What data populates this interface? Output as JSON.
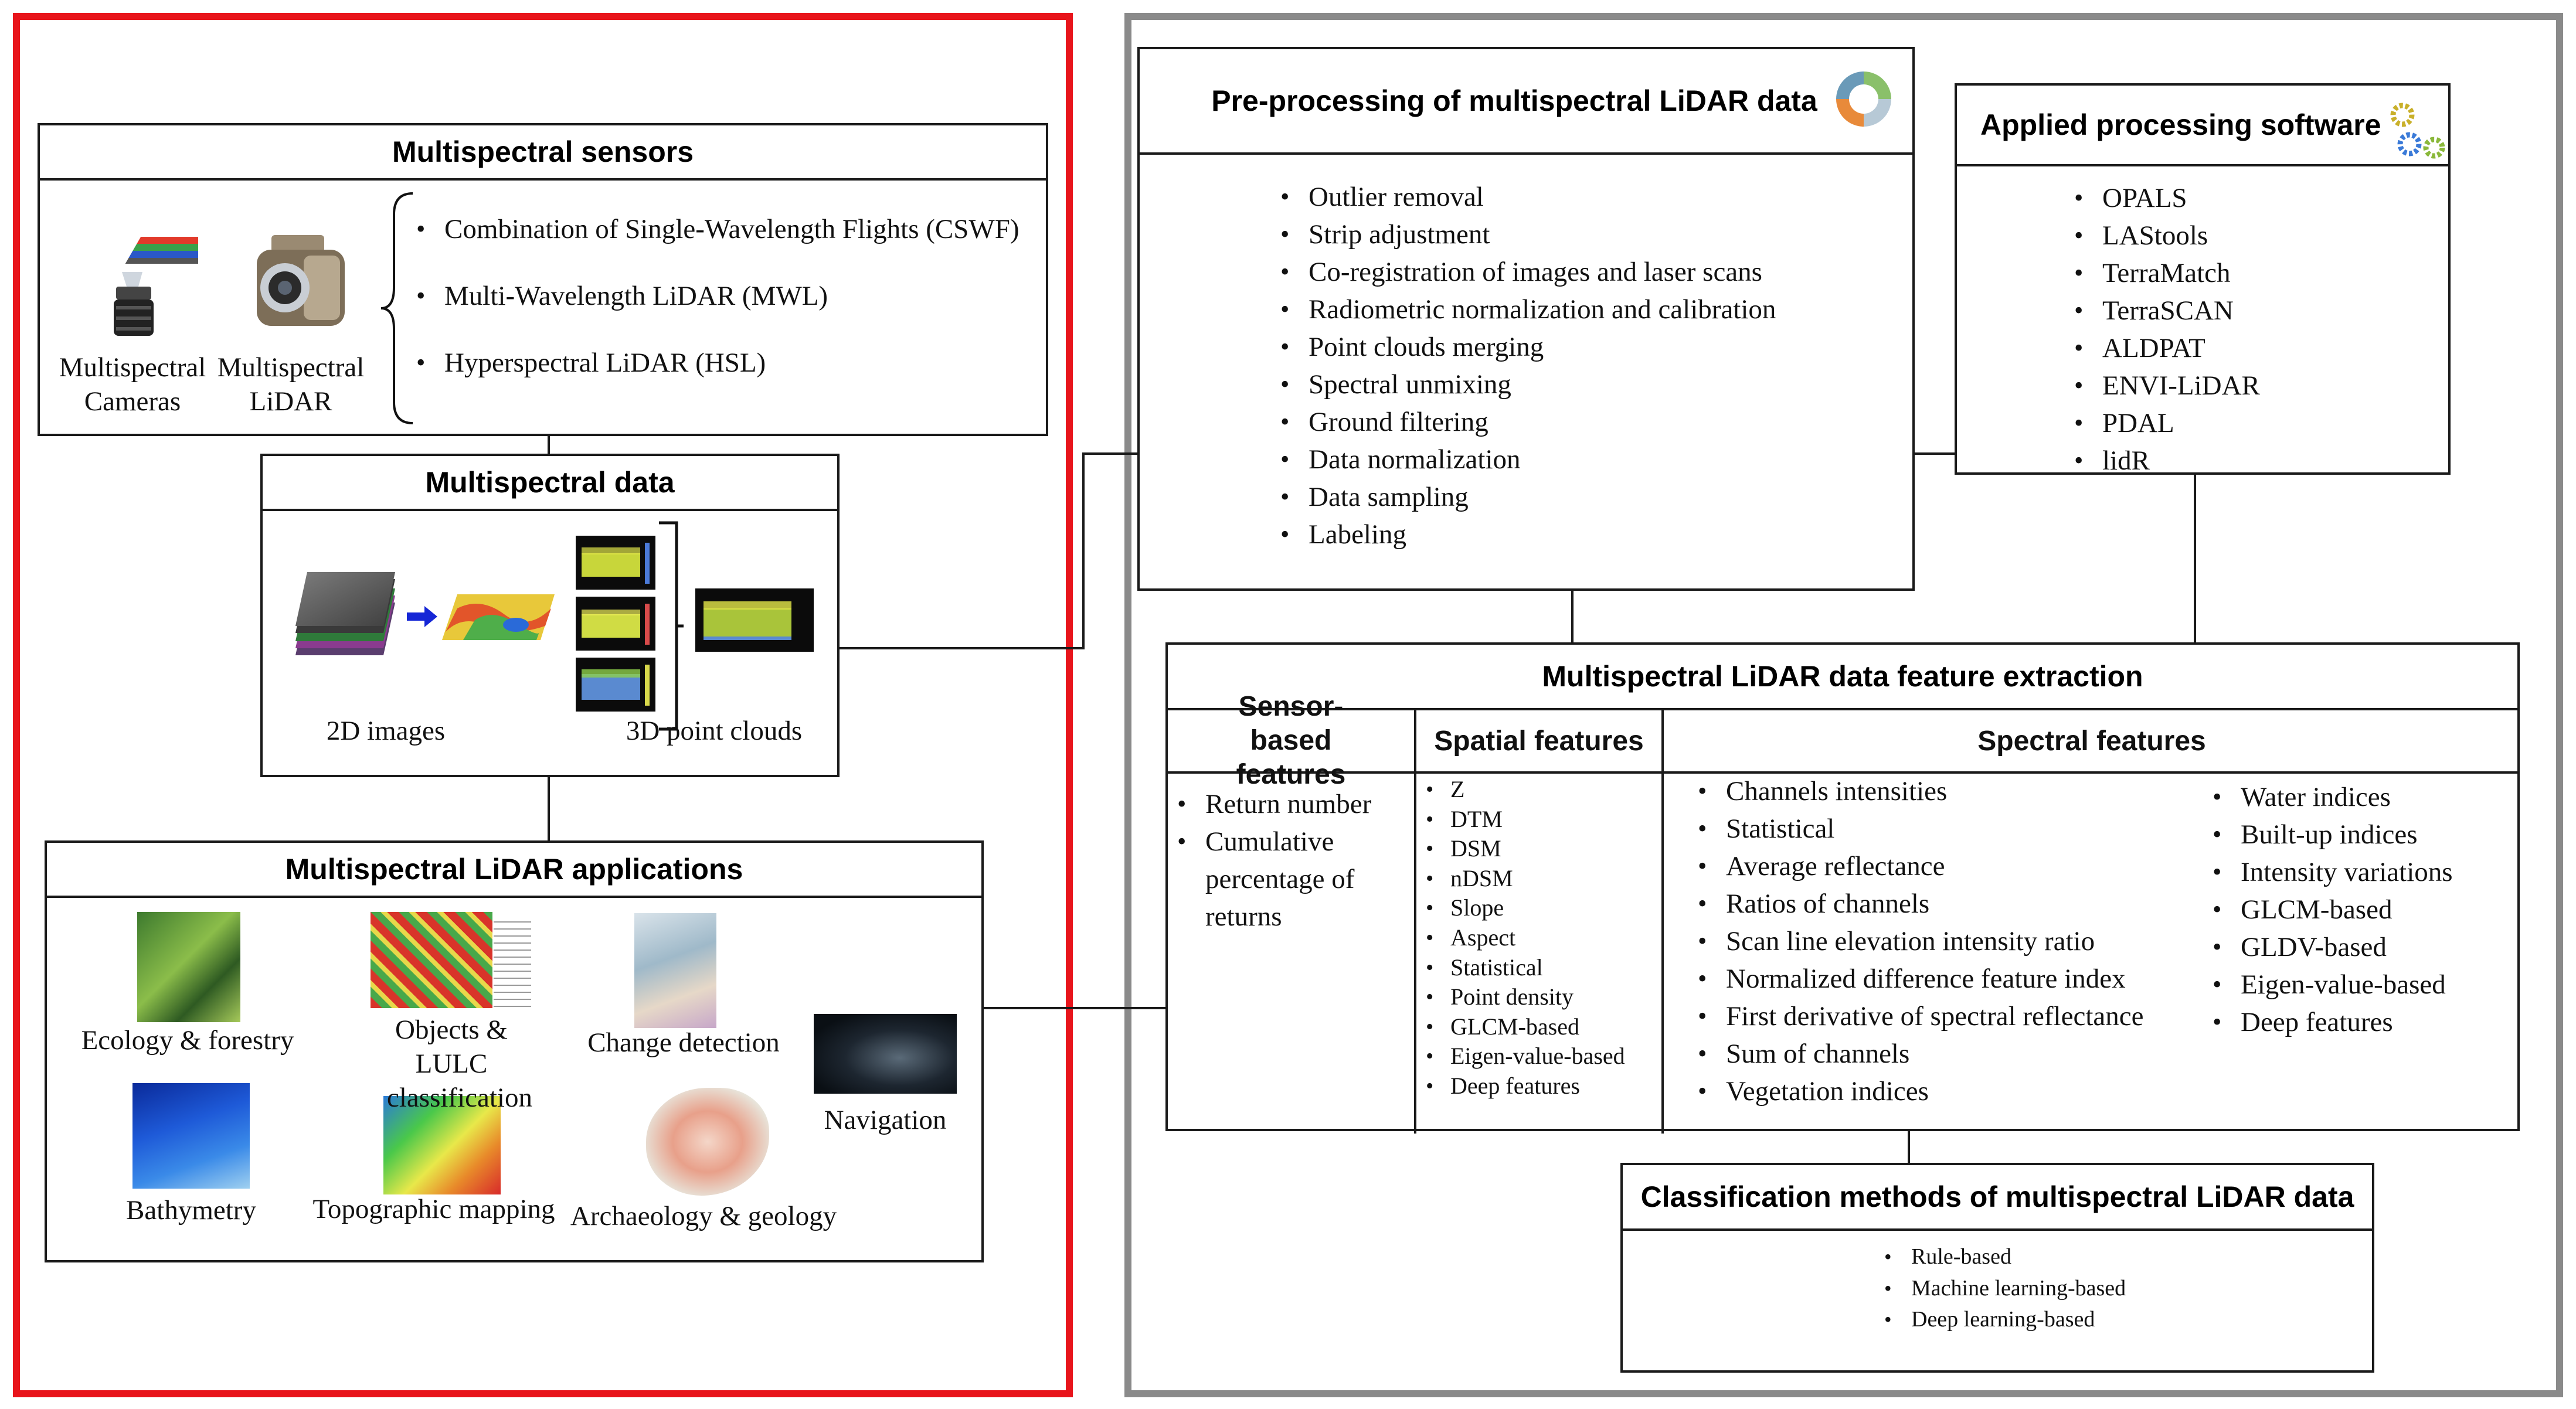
{
  "sensors": {
    "title": "Multispectral sensors",
    "cameras_label": "Multispectral Cameras",
    "lidar_label": "Multispectral LiDAR",
    "items": [
      "Combination of Single-Wavelength Flights (CSWF)",
      "Multi-Wavelength LiDAR (MWL)",
      "Hyperspectral LiDAR (HSL)"
    ]
  },
  "data_box": {
    "title": "Multispectral data",
    "images_label": "2D images",
    "clouds_label": "3D point clouds"
  },
  "applications": {
    "title": "Multispectral LiDAR applications",
    "items": [
      "Ecology & forestry",
      "Objects & LULC classification",
      "Change detection",
      "Navigation",
      "Bathymetry",
      "Topographic mapping",
      "Archaeology & geology"
    ]
  },
  "preprocessing": {
    "title": "Pre-processing of multispectral LiDAR data",
    "items": [
      "Outlier removal",
      "Strip adjustment",
      "Co-registration of images and laser scans",
      "Radiometric normalization and calibration",
      " Point clouds merging",
      "Spectral unmixing",
      "Ground filtering",
      "Data normalization",
      "Data sampling",
      " Labeling"
    ]
  },
  "software": {
    "title": "Applied processing software",
    "items": [
      "OPALS",
      "LAStools",
      "TerraMatch",
      "TerraSCAN",
      "ALDPAT",
      "ENVI-LiDAR",
      "PDAL",
      "lidR"
    ]
  },
  "features": {
    "title": "Multispectral LiDAR data feature extraction",
    "sensor_based": {
      "title": "Sensor-based features",
      "items": [
        "Return number",
        "Cumulative percentage of returns"
      ]
    },
    "spatial": {
      "title": "Spatial features",
      "items": [
        "Z",
        "DTM",
        "DSM",
        "nDSM",
        "Slope",
        "Aspect",
        "Statistical",
        "Point density",
        "GLCM-based",
        " Eigen-value-based",
        "Deep features"
      ]
    },
    "spectral": {
      "title": "Spectral features",
      "col1": [
        "Channels intensities",
        "Statistical",
        "Average reflectance",
        "Ratios of channels",
        "Scan line elevation intensity ratio",
        "Normalized difference feature index",
        "First derivative of spectral reflectance",
        "Sum of channels",
        "Vegetation indices"
      ],
      "col2": [
        "Water indices",
        "Built-up indices",
        "Intensity variations",
        "GLCM-based",
        "GLDV-based",
        "Eigen-value-based",
        "Deep features"
      ]
    }
  },
  "classification": {
    "title": "Classification methods of multispectral LiDAR data",
    "items": [
      "Rule-based",
      "Machine learning-based",
      "Deep learning-based"
    ]
  },
  "colors": {
    "left_frame": "#e8141b",
    "right_frame": "#8a8a8a",
    "box_border": "#1a1a1a"
  }
}
